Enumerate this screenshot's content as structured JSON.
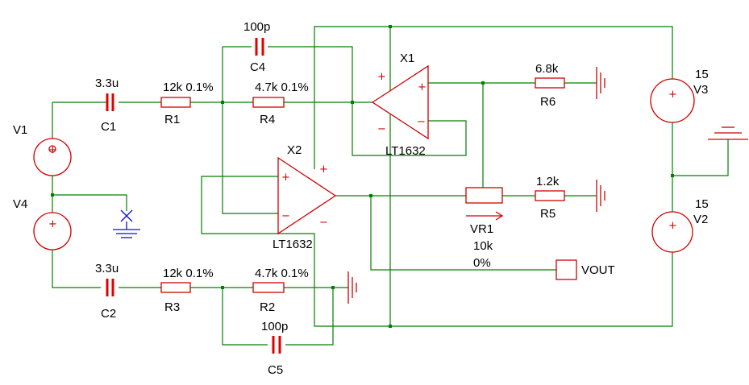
{
  "colors": {
    "wire": "#008000",
    "device": "#d00000",
    "capacitor": "#e00000",
    "ground_ref": "#1010c0",
    "text": "#000000"
  },
  "components": {
    "c1": {
      "name": "C1",
      "value": "3.3u"
    },
    "c2": {
      "name": "C2",
      "value": "3.3u"
    },
    "c4": {
      "name": "C4",
      "value": "100p"
    },
    "c5": {
      "name": "C5",
      "value": "100p"
    },
    "r1": {
      "name": "R1",
      "value": "12k  0.1%"
    },
    "r3": {
      "name": "R3",
      "value": "12k  0.1%"
    },
    "r4": {
      "name": "R4",
      "value": "4.7k  0.1%"
    },
    "r2": {
      "name": "R2",
      "value": "4.7k  0.1%"
    },
    "r6": {
      "name": "R6",
      "value": "6.8k"
    },
    "r5": {
      "name": "R5",
      "value": "1.2k"
    },
    "vr1": {
      "name": "VR1",
      "value": "10k",
      "setting": "0%"
    },
    "x1": {
      "name": "X1",
      "part": "LT1632"
    },
    "x2": {
      "name": "X2",
      "part": "LT1632"
    },
    "v1": {
      "name": "V1"
    },
    "v4": {
      "name": "V4"
    },
    "v3": {
      "name": "V3",
      "value": "15"
    },
    "v2": {
      "name": "V2",
      "value": "15"
    },
    "vout": {
      "name": "VOUT"
    }
  },
  "symbols": {
    "plus": "+",
    "minus": "−"
  }
}
